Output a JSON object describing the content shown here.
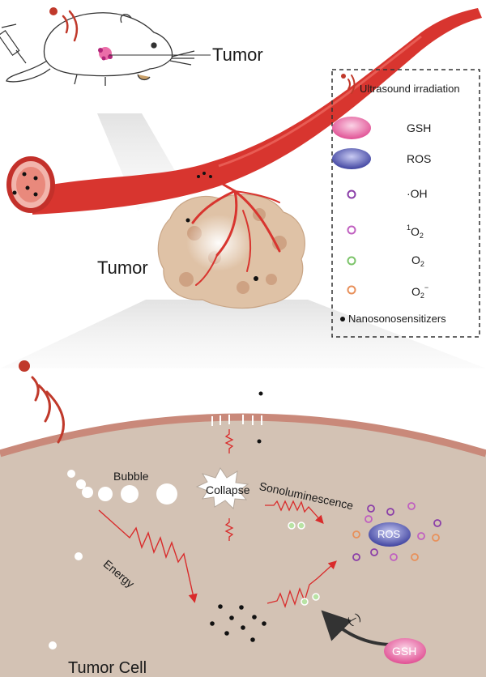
{
  "labels": {
    "tumor_mouse": "Tumor",
    "tumor_mass": "Tumor",
    "bubble": "Bubble",
    "collapse": "Collapse",
    "sonoluminescence": "Sonoluminescence",
    "energy": "Energy",
    "ros_center": "ROS",
    "gsh_center": "GSH",
    "inhibition": "(−)",
    "tumor_cell": "Tumor Cell"
  },
  "legend": {
    "title": "Ultrasound irradiation",
    "items": [
      {
        "id": "gsh",
        "label": "GSH",
        "color": "#e8559a"
      },
      {
        "id": "ros",
        "label": "ROS",
        "color": "#4b4fa6"
      },
      {
        "id": "oh",
        "label": "·OH",
        "color": "#8a3ea8"
      },
      {
        "id": "singlet-o2",
        "label_sup": "1",
        "label_main": "O",
        "label_sub": "2",
        "color": "#c060c0"
      },
      {
        "id": "o2",
        "label_main": "O",
        "label_sub": "2",
        "color": "#7cc46a"
      },
      {
        "id": "superoxide",
        "label_main": "O",
        "label_sub": "2",
        "label_sup": "−",
        "color": "#e8905a"
      },
      {
        "id": "nanosonosensitizers",
        "label": "Nanosonosensitizers",
        "color": "#111111"
      }
    ]
  },
  "colors": {
    "vessel": "#d8352f",
    "vessel_dark": "#a82420",
    "tumor_tissue": "#dfc2a6",
    "cell": "#d3c2b4",
    "membrane": "#c9897a",
    "ultrasound": "#c0392b",
    "arrow_red": "#d92b2b"
  }
}
